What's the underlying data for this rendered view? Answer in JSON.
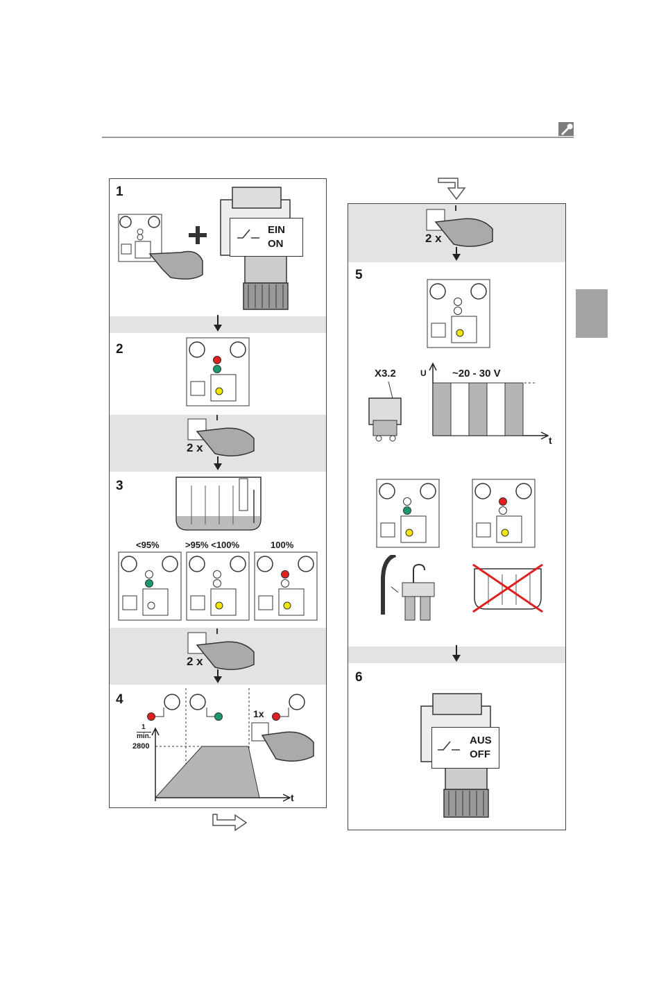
{
  "steps": {
    "s1": "1",
    "s2": "2",
    "s3": "3",
    "s4": "4",
    "s5": "5",
    "s6": "6"
  },
  "switch_on": {
    "de": "EIN",
    "en": "ON"
  },
  "switch_off": {
    "de": "AUS",
    "en": "OFF"
  },
  "press_count": "2 x",
  "press_once": "1x",
  "level_labels": [
    "<95%",
    ">95% <100%",
    "100%"
  ],
  "speed_axis": {
    "unit_num": "1",
    "unit_den": "min.",
    "value": "2800",
    "t_label": "t"
  },
  "voltage": {
    "connector": "X3.2",
    "u_label": "U",
    "range": "~20 - 30 V",
    "t_label": "t"
  },
  "colors": {
    "red": "#e02020",
    "green": "#1a9a6a",
    "yellow": "#f2e600",
    "gray_band": "#e3e3e3",
    "bar_fill": "#b5b5b5"
  },
  "icons": [
    "wrench-icon",
    "hand-press-icon",
    "arrow-down-icon",
    "pump-icon",
    "switch-icon",
    "cross-icon"
  ]
}
